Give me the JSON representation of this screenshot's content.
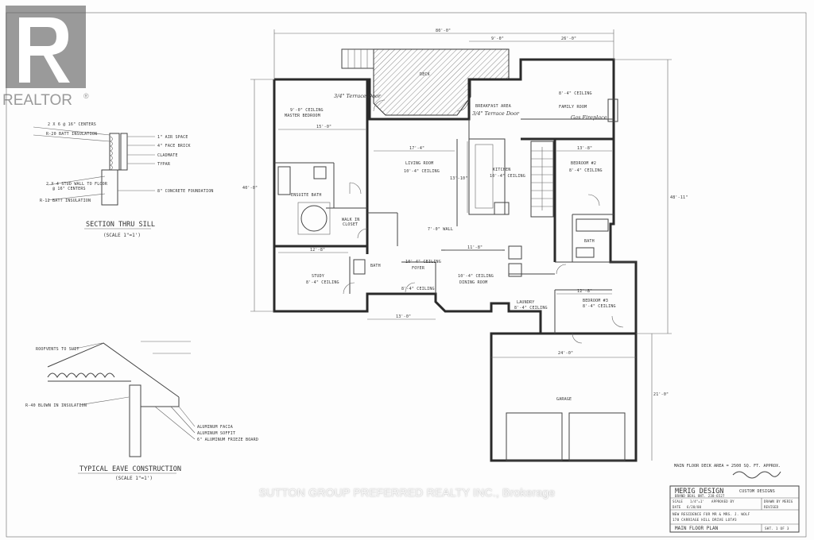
{
  "logo": {
    "text": "REALTOR",
    "mark": "®"
  },
  "watermark": "SUTTON GROUP PREFERRED REALTY INC., Brokerage",
  "rooms": {
    "deck": "DECK",
    "master_bedroom": "MASTER BEDROOM",
    "master_ceiling": "9'-0\" CEILING",
    "breakfast": "BREAKFAST AREA",
    "family_room": "FAMILY ROOM",
    "family_ceiling": "8'-4\" CEILING",
    "living_room": "LIVING ROOM",
    "living_ceiling": "10'-4\" CEILING",
    "kitchen": "KITCHEN",
    "kitchen_ceiling": "10'-4\" CEILING",
    "bedroom2": "BEDROOM #2",
    "bedroom2_ceiling": "8'-4\" CEILING",
    "ensuite": "ENSUITE BATH",
    "walk_in": "WALK IN",
    "closet": "CLOSET",
    "bath": "BATH",
    "bath_small": "BATH",
    "study": "STUDY",
    "study_ceiling": "8'-4\" CEILING",
    "foyer": "FOYER",
    "foyer_ceiling": "10'-4\" CEILING",
    "foyer_ceiling2": "8'-4\" CEILING",
    "dining": "DINING ROOM",
    "dining_ceiling": "10'-4\" CEILING",
    "laundry": "LAUNDRY",
    "laundry_ceiling": "8'-4\" CEILING",
    "bedroom3": "BEDROOM #3",
    "bedroom3_ceiling": "8'-4\" CEILING",
    "garage": "GARAGE",
    "wall_note": "7'-0\" WALL"
  },
  "hand_notes": {
    "terrace_door_left": "3/4\" Terrace Door",
    "terrace_door_right": "3/4\" Terrace Door",
    "fireplace": "Gas Fireplace"
  },
  "dims": {
    "overall_width": "80'-0\"",
    "top_mid": "9'-0\"",
    "top_right": "26'-0\"",
    "left_total": "40'-0\"",
    "right_total": "48'-11\"",
    "garage_width": "24'-0\"",
    "garage_depth": "21'-0\"",
    "bottom_left": "13'-0\"",
    "master_w": "15'-0\"",
    "living_w": "17'-4\"",
    "study_w": "12'-8\"",
    "bed2_w": "13'-8\"",
    "bed3_w": "12'-8\"",
    "dining_w": "11'-8\"",
    "kitchen_d": "13'-10\""
  },
  "sill": {
    "title": "SECTION THRU SILL",
    "scale": "(SCALE 1\"=1')",
    "notes": [
      "2 X 6 @ 16\" CENTERS",
      "R-20 BATT INSULATION",
      "1\" AIR SPACE",
      "4\" FACE BRICK",
      "CLADMATE",
      "TYPAR",
      "2 X 4 STUD WALL TO FLOOR",
      "@ 16\" CENTERS",
      "R-12 BATT INSULATION",
      "8\" CONCRETE FOUNDATION"
    ]
  },
  "eave": {
    "title": "TYPICAL EAVE CONSTRUCTION",
    "scale": "(SCALE 1\"=1')",
    "notes": [
      "ROOFVENTS TO SUIT",
      "R-40 BLOWN IN INSULATION",
      "ALUMINUM FACIA",
      "ALUMINUM SOFFIT",
      "6\" ALUMINUM FRIEZE BOARD"
    ]
  },
  "area_note": "MAIN FLOOR DECK AREA = 2500 SQ. FT. APPROX.",
  "title_block": {
    "firm": "MERIG DESIGN",
    "firm_sub": "CUSTOM DESIGNS",
    "address": "BRAND BEAL ONT. 238-6527",
    "scale_label": "SCALE",
    "scale_value": "1/4\"=1'",
    "approved": "APPROVED BY",
    "drawn": "DRAWN BY  MERIG",
    "date_label": "DATE",
    "date_value": "6/20/00",
    "revised": "REVISED",
    "project_line1": "NEW RESIDENCE FOR MR & MRS. J. WOLF",
    "project_line2": "178 CARRIAGE HILL DRIVE LOT#3",
    "drawing_title": "MAIN FLOOR PLAN",
    "sheet": "SHT. 1  OF 3"
  }
}
